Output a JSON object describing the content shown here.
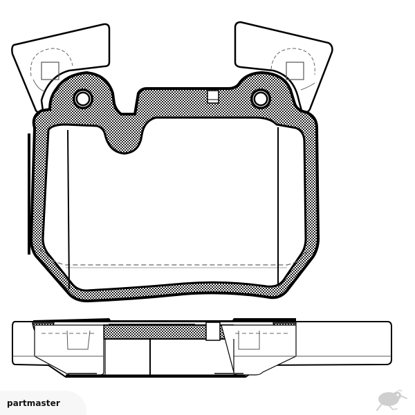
{
  "image": {
    "subject": "brake pad set technical drawing",
    "views": [
      "front view (friction face with backing plate and wear-indicator clips)",
      "side/edge view"
    ]
  },
  "watermark": {
    "brand_label": "partmaster",
    "logo_icon": "kiwi-bird-icon"
  },
  "colors": {
    "line": "#000000",
    "hatch": "#000000",
    "background": "#ffffff",
    "watermark_tab": "#f7f7f7",
    "logo": "#cfcfcf"
  }
}
